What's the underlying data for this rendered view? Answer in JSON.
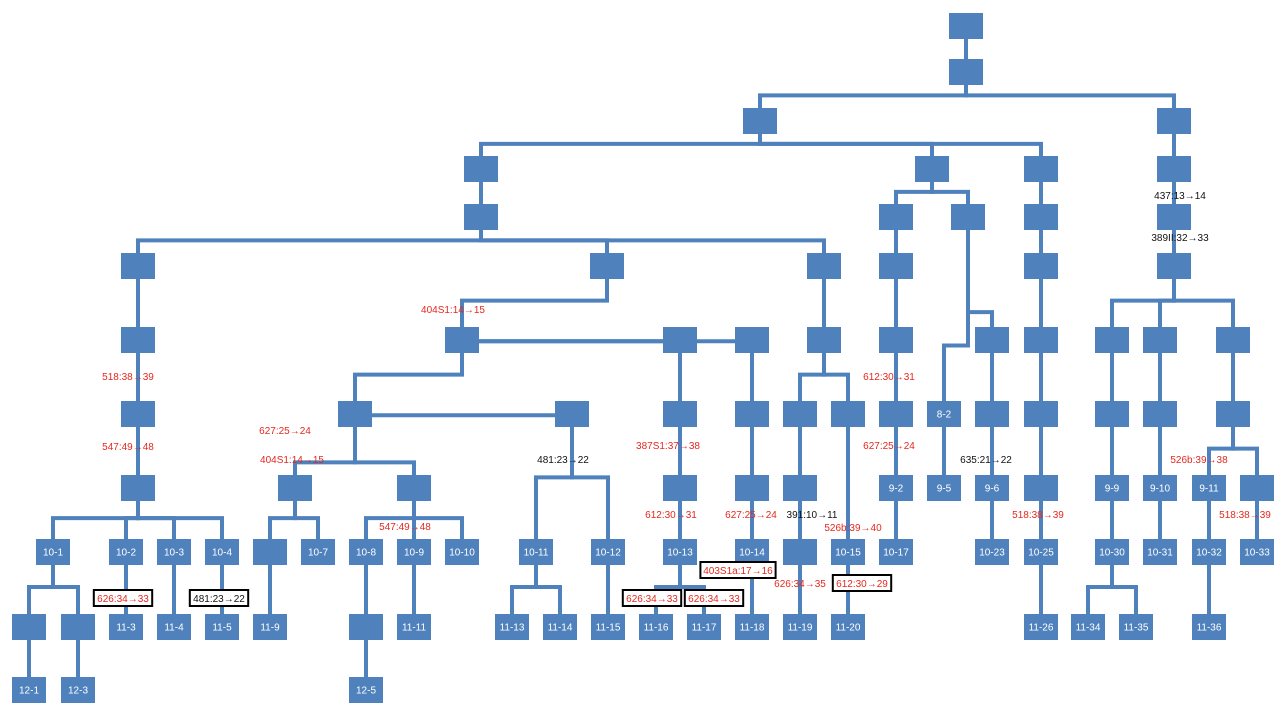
{
  "nodes": [
    {
      "id": "root",
      "label": ""
    },
    {
      "id": "n1",
      "label": ""
    },
    {
      "id": "L",
      "label": ""
    },
    {
      "id": "R",
      "label": ""
    },
    {
      "id": "L1",
      "label": ""
    },
    {
      "id": "L2",
      "label": ""
    },
    {
      "id": "M1",
      "label": ""
    },
    {
      "id": "M2",
      "label": ""
    },
    {
      "id": "A",
      "label": ""
    },
    {
      "id": "B",
      "label": ""
    },
    {
      "id": "C",
      "label": ""
    },
    {
      "id": "A1",
      "label": ""
    },
    {
      "id": "A2",
      "label": ""
    },
    {
      "id": "A3",
      "label": ""
    },
    {
      "id": "10-1",
      "label": "10-1"
    },
    {
      "id": "10-2",
      "label": "10-2"
    },
    {
      "id": "10-3",
      "label": "10-3"
    },
    {
      "id": "10-4",
      "label": "10-4"
    },
    {
      "id": "a12-1",
      "label": ""
    },
    {
      "id": "a12-3",
      "label": ""
    },
    {
      "id": "12-1",
      "label": "12-1"
    },
    {
      "id": "12-3",
      "label": "12-3"
    },
    {
      "id": "11-3",
      "label": "11-3"
    },
    {
      "id": "11-4",
      "label": "11-4"
    },
    {
      "id": "11-5",
      "label": "11-5"
    },
    {
      "id": "B1",
      "label": ""
    },
    {
      "id": "B2",
      "label": ""
    },
    {
      "id": "B3",
      "label": ""
    },
    {
      "id": "B4",
      "label": ""
    },
    {
      "id": "B5",
      "label": ""
    },
    {
      "id": "B6",
      "label": ""
    },
    {
      "id": "10-7",
      "label": "10-7"
    },
    {
      "id": "11-9",
      "label": "11-9"
    },
    {
      "id": "10-8",
      "label": "10-8"
    },
    {
      "id": "10-9",
      "label": "10-9"
    },
    {
      "id": "10-10",
      "label": "10-10"
    },
    {
      "id": "a12-5",
      "label": ""
    },
    {
      "id": "12-5",
      "label": "12-5"
    },
    {
      "id": "11-11",
      "label": "11-11"
    },
    {
      "id": "B7",
      "label": ""
    },
    {
      "id": "10-11",
      "label": "10-11"
    },
    {
      "id": "10-12",
      "label": "10-12"
    },
    {
      "id": "11-13",
      "label": "11-13"
    },
    {
      "id": "11-14",
      "label": "11-14"
    },
    {
      "id": "11-15",
      "label": "11-15"
    },
    {
      "id": "B8",
      "label": ""
    },
    {
      "id": "B9",
      "label": ""
    },
    {
      "id": "B10",
      "label": ""
    },
    {
      "id": "10-13",
      "label": "10-13"
    },
    {
      "id": "11-16",
      "label": "11-16"
    },
    {
      "id": "11-17",
      "label": "11-17"
    },
    {
      "id": "B11",
      "label": ""
    },
    {
      "id": "B12",
      "label": ""
    },
    {
      "id": "B13",
      "label": ""
    },
    {
      "id": "10-14",
      "label": "10-14"
    },
    {
      "id": "11-18",
      "label": "11-18"
    },
    {
      "id": "C1",
      "label": ""
    },
    {
      "id": "C2",
      "label": ""
    },
    {
      "id": "C3",
      "label": ""
    },
    {
      "id": "C4",
      "label": ""
    },
    {
      "id": "C5",
      "label": ""
    },
    {
      "id": "11-19",
      "label": "11-19"
    },
    {
      "id": "10-15",
      "label": "10-15"
    },
    {
      "id": "11-20",
      "label": "11-20"
    },
    {
      "id": "M1a",
      "label": ""
    },
    {
      "id": "M1b",
      "label": ""
    },
    {
      "id": "M1a1",
      "label": ""
    },
    {
      "id": "M1a2",
      "label": ""
    },
    {
      "id": "M1a3",
      "label": ""
    },
    {
      "id": "9-2",
      "label": "9-2"
    },
    {
      "id": "10-17",
      "label": "10-17"
    },
    {
      "id": "M1b1",
      "label": ""
    },
    {
      "id": "8-2",
      "label": "8-2"
    },
    {
      "id": "9-5",
      "label": "9-5"
    },
    {
      "id": "M1b2",
      "label": ""
    },
    {
      "id": "M1b3",
      "label": ""
    },
    {
      "id": "9-6",
      "label": "9-6"
    },
    {
      "id": "10-23",
      "label": "10-23"
    },
    {
      "id": "M21",
      "label": ""
    },
    {
      "id": "M22",
      "label": ""
    },
    {
      "id": "M23",
      "label": ""
    },
    {
      "id": "M24",
      "label": ""
    },
    {
      "id": "M25",
      "label": ""
    },
    {
      "id": "M26",
      "label": ""
    },
    {
      "id": "10-25",
      "label": "10-25"
    },
    {
      "id": "11-26",
      "label": "11-26"
    },
    {
      "id": "R1",
      "label": ""
    },
    {
      "id": "R2",
      "label": ""
    },
    {
      "id": "R3",
      "label": ""
    },
    {
      "id": "Ra",
      "label": ""
    },
    {
      "id": "Rb",
      "label": ""
    },
    {
      "id": "Rc",
      "label": ""
    },
    {
      "id": "Ra1",
      "label": ""
    },
    {
      "id": "9-9",
      "label": "9-9"
    },
    {
      "id": "10-30",
      "label": "10-30"
    },
    {
      "id": "11-34",
      "label": "11-34"
    },
    {
      "id": "11-35",
      "label": "11-35"
    },
    {
      "id": "Rb1",
      "label": ""
    },
    {
      "id": "9-10",
      "label": "9-10"
    },
    {
      "id": "10-31",
      "label": "10-31"
    },
    {
      "id": "Rc1",
      "label": ""
    },
    {
      "id": "9-11",
      "label": "9-11"
    },
    {
      "id": "10-32",
      "label": "10-32"
    },
    {
      "id": "11-36",
      "label": "11-36"
    },
    {
      "id": "Rc2",
      "label": ""
    },
    {
      "id": "10-33",
      "label": "10-33"
    }
  ],
  "edges": [
    [
      "root",
      "n1"
    ],
    [
      "n1",
      "L"
    ],
    [
      "n1",
      "R"
    ],
    [
      "L",
      "L1"
    ],
    [
      "L",
      "M1"
    ],
    [
      "L",
      "M2"
    ],
    [
      "L1",
      "L2"
    ],
    [
      "L2",
      "A"
    ],
    [
      "L2",
      "B"
    ],
    [
      "L2",
      "C"
    ],
    [
      "A",
      "A1"
    ],
    [
      "A1",
      "A2"
    ],
    [
      "A2",
      "A3"
    ],
    [
      "A3",
      "10-1"
    ],
    [
      "A3",
      "10-2"
    ],
    [
      "A3",
      "10-3"
    ],
    [
      "A3",
      "10-4"
    ],
    [
      "10-1",
      "a12-1"
    ],
    [
      "10-1",
      "a12-3"
    ],
    [
      "a12-1",
      "12-1"
    ],
    [
      "a12-3",
      "12-3"
    ],
    [
      "10-2",
      "11-3"
    ],
    [
      "10-3",
      "11-4"
    ],
    [
      "10-4",
      "11-5"
    ],
    [
      "B",
      "B1"
    ],
    [
      "B1",
      "B2"
    ],
    [
      "B1",
      "B8"
    ],
    [
      "B1",
      "B11"
    ],
    [
      "B2",
      "B3"
    ],
    [
      "B2",
      "B7"
    ],
    [
      "B3",
      "B4"
    ],
    [
      "B3",
      "B5"
    ],
    [
      "B4",
      "B6"
    ],
    [
      "B4",
      "10-7"
    ],
    [
      "B6",
      "11-9"
    ],
    [
      "B5",
      "10-8"
    ],
    [
      "B5",
      "10-9"
    ],
    [
      "B5",
      "10-10"
    ],
    [
      "10-8",
      "a12-5"
    ],
    [
      "a12-5",
      "12-5"
    ],
    [
      "10-9",
      "11-11"
    ],
    [
      "B7",
      "10-11"
    ],
    [
      "B7",
      "10-12"
    ],
    [
      "10-11",
      "11-13"
    ],
    [
      "10-11",
      "11-14"
    ],
    [
      "10-12",
      "11-15"
    ],
    [
      "B8",
      "B9"
    ],
    [
      "B9",
      "B10"
    ],
    [
      "B10",
      "10-13"
    ],
    [
      "10-13",
      "11-16"
    ],
    [
      "10-13",
      "11-17"
    ],
    [
      "B11",
      "B12"
    ],
    [
      "B12",
      "B13"
    ],
    [
      "B13",
      "10-14"
    ],
    [
      "10-14",
      "11-18"
    ],
    [
      "C",
      "C1"
    ],
    [
      "C1",
      "C2"
    ],
    [
      "C1",
      "C3"
    ],
    [
      "C2",
      "C4"
    ],
    [
      "C4",
      "C5"
    ],
    [
      "C5",
      "11-19"
    ],
    [
      "C3",
      "10-15"
    ],
    [
      "10-15",
      "11-20"
    ],
    [
      "M1",
      "M1a"
    ],
    [
      "M1",
      "M1b"
    ],
    [
      "M1a",
      "M1a1"
    ],
    [
      "M1a1",
      "M1a2"
    ],
    [
      "M1a2",
      "M1a3"
    ],
    [
      "M1a3",
      "9-2"
    ],
    [
      "9-2",
      "10-17"
    ],
    [
      "M1b",
      "M1b1"
    ],
    [
      "M1b1",
      "8-2"
    ],
    [
      "M1b1",
      "M1b2"
    ],
    [
      "8-2",
      "9-5"
    ],
    [
      "M1b2",
      "M1b3"
    ],
    [
      "M1b3",
      "9-6"
    ],
    [
      "9-6",
      "10-23"
    ],
    [
      "M2",
      "M21"
    ],
    [
      "M21",
      "M22"
    ],
    [
      "M22",
      "M23"
    ],
    [
      "M23",
      "M24"
    ],
    [
      "M24",
      "M25"
    ],
    [
      "M25",
      "M26"
    ],
    [
      "M26",
      "10-25"
    ],
    [
      "10-25",
      "11-26"
    ],
    [
      "R",
      "R1"
    ],
    [
      "R1",
      "R2"
    ],
    [
      "R2",
      "R3"
    ],
    [
      "R3",
      "Ra"
    ],
    [
      "R3",
      "Rb"
    ],
    [
      "R3",
      "Rc"
    ],
    [
      "Ra",
      "Ra1"
    ],
    [
      "Ra1",
      "9-9"
    ],
    [
      "9-9",
      "10-30"
    ],
    [
      "10-30",
      "11-34"
    ],
    [
      "10-30",
      "11-35"
    ],
    [
      "Rb",
      "Rb1"
    ],
    [
      "Rb1",
      "9-10"
    ],
    [
      "9-10",
      "10-31"
    ],
    [
      "Rc",
      "Rc1"
    ],
    [
      "Rc1",
      "9-11"
    ],
    [
      "Rc1",
      "Rc2"
    ],
    [
      "9-11",
      "10-32"
    ],
    [
      "10-32",
      "11-36"
    ],
    [
      "Rc2",
      "10-33"
    ]
  ],
  "annotations": [
    {
      "id": "ann-1",
      "text": "437:13→14",
      "color": "black",
      "boxed": false
    },
    {
      "id": "ann-2",
      "text": "389II:32→33",
      "color": "black",
      "boxed": false
    },
    {
      "id": "ann-3",
      "text": "404S1:14→15",
      "color": "red",
      "boxed": false
    },
    {
      "id": "ann-4",
      "text": "518:38→39",
      "color": "red",
      "boxed": false
    },
    {
      "id": "ann-5",
      "text": "547:49→48",
      "color": "red",
      "boxed": false
    },
    {
      "id": "ann-6",
      "text": "627:25→24",
      "color": "red",
      "boxed": false
    },
    {
      "id": "ann-7",
      "text": "404S1:14→15",
      "color": "red",
      "boxed": false
    },
    {
      "id": "ann-8",
      "text": "547:49→48",
      "color": "red",
      "boxed": false
    },
    {
      "id": "ann-9",
      "text": "481:23→22",
      "color": "black",
      "boxed": false
    },
    {
      "id": "ann-10",
      "text": "387S1:37→38",
      "color": "red",
      "boxed": false
    },
    {
      "id": "ann-11",
      "text": "612:30→31",
      "color": "red",
      "boxed": false
    },
    {
      "id": "ann-12",
      "text": "627:25→24",
      "color": "red",
      "boxed": false
    },
    {
      "id": "ann-13",
      "text": "391:10→11",
      "color": "black",
      "boxed": false
    },
    {
      "id": "ann-14",
      "text": "526b:39→40",
      "color": "red",
      "boxed": false
    },
    {
      "id": "ann-15",
      "text": "612:30→31",
      "color": "red",
      "boxed": false
    },
    {
      "id": "ann-16",
      "text": "627:25→24",
      "color": "red",
      "boxed": false
    },
    {
      "id": "ann-17",
      "text": "635:21→22",
      "color": "black",
      "boxed": false
    },
    {
      "id": "ann-18",
      "text": "518:38→39",
      "color": "red",
      "boxed": false
    },
    {
      "id": "ann-19",
      "text": "526b:39→38",
      "color": "red",
      "boxed": false
    },
    {
      "id": "ann-20",
      "text": "518:38→39",
      "color": "red",
      "boxed": false
    },
    {
      "id": "ann-21",
      "text": "626:34→33",
      "color": "red",
      "boxed": true
    },
    {
      "id": "ann-22",
      "text": "481:23→22",
      "color": "black",
      "boxed": true
    },
    {
      "id": "ann-23",
      "text": "403S1a:17→16",
      "color": "red",
      "boxed": true
    },
    {
      "id": "ann-24",
      "text": "626:34→35",
      "color": "red",
      "boxed": false
    },
    {
      "id": "ann-25",
      "text": "612:30→29",
      "color": "red",
      "boxed": true
    },
    {
      "id": "ann-26",
      "text": "626:34→33",
      "color": "red",
      "boxed": true
    },
    {
      "id": "ann-27",
      "text": "626:34→33",
      "color": "red",
      "boxed": true
    }
  ],
  "colors": {
    "node": "#4f81bd",
    "edge": "#4f81bd",
    "red_label": "#e5281e",
    "black_label": "#111111"
  }
}
